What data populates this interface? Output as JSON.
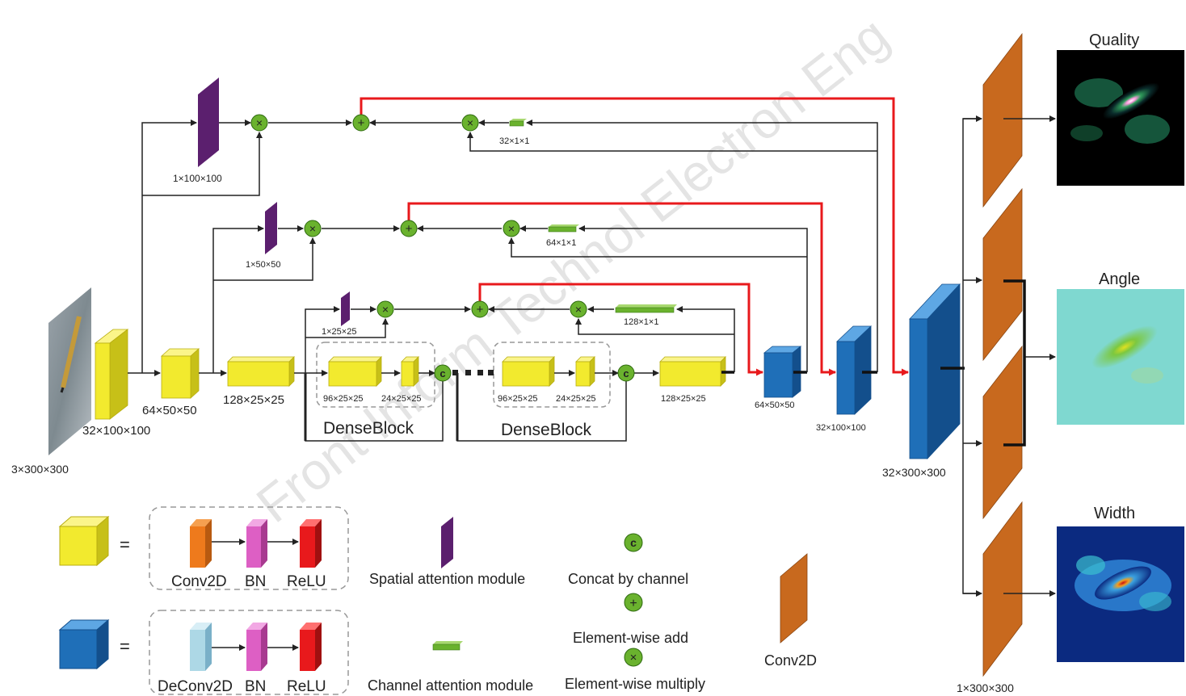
{
  "labels": {
    "input": "3×300×300",
    "enc1": "32×100×100",
    "enc2": "64×50×50",
    "enc3": "128×25×25",
    "dense1_a": "96×25×25",
    "dense1_b": "24×25×25",
    "dense2_a": "96×25×25",
    "dense2_b": "24×25×25",
    "enc_out": "128×25×25",
    "dec1": "64×50×50",
    "dec2": "32×100×100",
    "dec3": "32×300×300",
    "out": "1×300×300",
    "sa_top": "1×100×100",
    "sa_mid": "1×50×50",
    "sa_low": "1×25×25",
    "ca_top": "32×1×1",
    "ca_mid": "64×1×1",
    "ca_low": "128×1×1",
    "denseblock1": "DenseBlock",
    "denseblock2": "DenseBlock"
  },
  "outputs": {
    "quality": "Quality",
    "angle": "Angle",
    "width": "Width"
  },
  "legend": {
    "conv2d": "Conv2D",
    "bn": "BN",
    "relu": "ReLU",
    "deconv2d": "DeConv2D",
    "bn2": "BN",
    "relu2": "ReLU",
    "spatial": "Spatial attention module",
    "channel": "Channel attention module",
    "concat": "Concat by channel",
    "add": "Element-wise add",
    "multiply": "Element-wise multiply",
    "conv2d_orange": "Conv2D",
    "eq": "="
  },
  "symbols": {
    "concat": "c",
    "add": "+",
    "multiply": "×"
  },
  "watermark": "Front Inform Technol Electron Eng",
  "colors": {
    "yellow": "#f2ea2e",
    "blue": "#1f6fb8",
    "orange": "#c8691e",
    "purple": "#5b1f6e",
    "green": "#6ab22e",
    "red": "#e8191c"
  }
}
